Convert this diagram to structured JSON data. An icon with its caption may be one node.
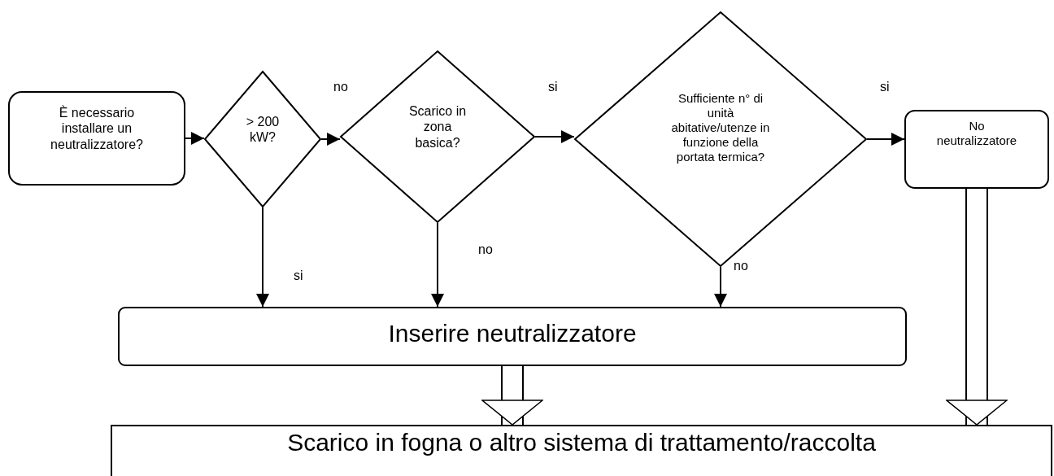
{
  "diagram": {
    "nodes": [
      {
        "text": [
          "È necessario installare un neutralizzatore?"
        ]
      },
      {
        "text": [
          "> 200 kW?"
        ]
      },
      {
        "text": [
          "Scarico in zona basica?"
        ]
      },
      {
        "text": [
          "Sufficiente n° di unità abitative/utenze in funzione della portata termica?"
        ]
      },
      {
        "text": [
          "No neutralizzatore"
        ]
      },
      {
        "text": [
          "Inserire neutralizzatore"
        ]
      },
      {
        "text": [
          "Scarico in fogna o altro sistema di trattamento/raccolta"
        ]
      }
    ],
    "edges": [
      {
        "from": 0,
        "to": 1,
        "arrow": "to"
      },
      {
        "from": 1,
        "to": 2,
        "arrow": "to",
        "label": "no"
      },
      {
        "from": 2,
        "to": 3,
        "arrow": "to",
        "label": "si"
      },
      {
        "from": 3,
        "to": 4,
        "arrow": "to",
        "label": "si"
      },
      {
        "from": 1,
        "to": 5,
        "arrow": "to",
        "label": "si"
      },
      {
        "from": 2,
        "to": 5,
        "arrow": "to",
        "label": "no"
      },
      {
        "from": 3,
        "to": 5,
        "arrow": "to",
        "label": "no"
      },
      {
        "from": 5,
        "to": 6,
        "arrow": "to",
        "style": "thick"
      },
      {
        "from": 4,
        "to": 6,
        "arrow": "to",
        "style": "thick"
      }
    ]
  }
}
